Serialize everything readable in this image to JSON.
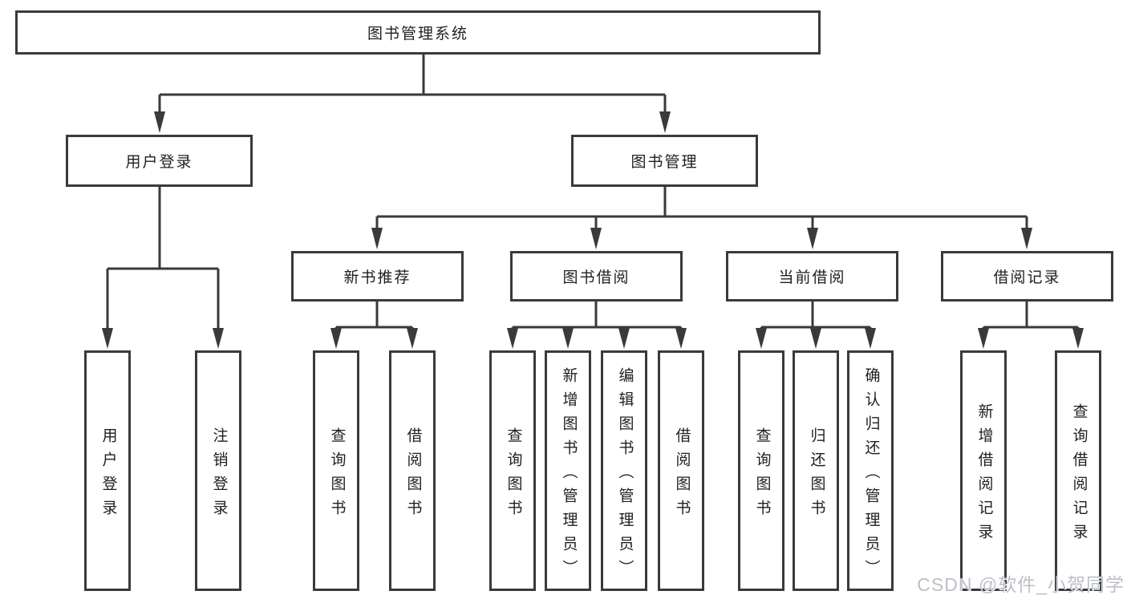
{
  "diagram": {
    "root": {
      "label": "图书管理系统"
    },
    "level2": [
      {
        "id": "user-login",
        "label": "用户登录"
      },
      {
        "id": "book-management",
        "label": "图书管理"
      }
    ],
    "level3": [
      {
        "id": "new-book-recommend",
        "label": "新书推荐"
      },
      {
        "id": "book-borrowing",
        "label": "图书借阅"
      },
      {
        "id": "current-borrowing",
        "label": "当前借阅"
      },
      {
        "id": "borrowing-records",
        "label": "借阅记录"
      }
    ],
    "leaves": [
      {
        "id": "user-login-leaf",
        "label": "用户登录",
        "parent": "用户登录"
      },
      {
        "id": "logout",
        "label": "注销登录",
        "parent": "用户登录"
      },
      {
        "id": "query-books-recommend",
        "label": "查询图书",
        "parent": "新书推荐"
      },
      {
        "id": "borrow-books-recommend",
        "label": "借阅图书",
        "parent": "新书推荐"
      },
      {
        "id": "query-books-borrowing",
        "label": "查询图书",
        "parent": "图书借阅"
      },
      {
        "id": "add-book-admin",
        "label": "新增图书（管理员）",
        "parent": "图书借阅"
      },
      {
        "id": "edit-book-admin",
        "label": "编辑图书（管理员）",
        "parent": "图书借阅"
      },
      {
        "id": "borrow-books-borrowing",
        "label": "借阅图书",
        "parent": "图书借阅"
      },
      {
        "id": "query-books-current",
        "label": "查询图书",
        "parent": "当前借阅"
      },
      {
        "id": "return-book",
        "label": "归还图书",
        "parent": "当前借阅"
      },
      {
        "id": "confirm-return-admin",
        "label": "确认归还（管理员）",
        "parent": "当前借阅"
      },
      {
        "id": "add-borrow-record",
        "label": "新增借阅记录",
        "parent": "借阅记录"
      },
      {
        "id": "query-borrow-record",
        "label": "查询借阅记录",
        "parent": "借阅记录"
      }
    ]
  },
  "watermark": "CSDN @软件_小贺同学",
  "colors": {
    "line": "#3a3a3a",
    "text": "#1f1f1f",
    "watermark": "#bcc0c6",
    "background": "#ffffff"
  }
}
